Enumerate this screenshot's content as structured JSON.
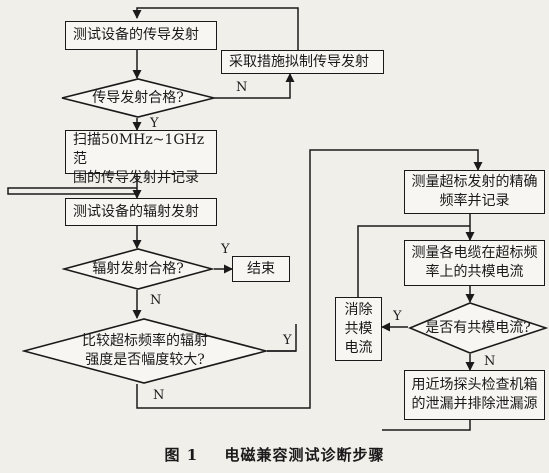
{
  "flow": {
    "test_conducted": "测试设备的传导发射",
    "measure_simulate": "采取措施拟制传导发射",
    "conducted_pass": "传导发射合格?",
    "scan_1": "扫描50MHz~1GHz范",
    "scan_2": "围的传导发射并记录",
    "test_radiated": "测试设备的辐射发射",
    "radiated_pass": "辐射发射合格?",
    "end": "结束",
    "compare_1": "比较超标频率的辐射",
    "compare_2": "强度是否幅度较大?",
    "measure_freq_1": "测量超标发射的精确",
    "measure_freq_2": "频率并记录",
    "measure_cable_1": "测量各电缆在超标频",
    "measure_cable_2": "率上的共模电流",
    "eliminate_1": "消除",
    "eliminate_2": "共模",
    "eliminate_3": "电流",
    "common_mode": "是否有共模电流?",
    "probe_1": "用近场探头检查机箱",
    "probe_2": "的泄漏并排除泄漏源"
  },
  "labels": {
    "n1": "N",
    "y1": "Y",
    "y2": "Y",
    "n2": "N",
    "y3": "Y",
    "n3": "N",
    "y4": "Y",
    "n4": "N"
  },
  "caption": {
    "figure": "图 1",
    "title": "电磁兼容测试诊断步骤"
  }
}
